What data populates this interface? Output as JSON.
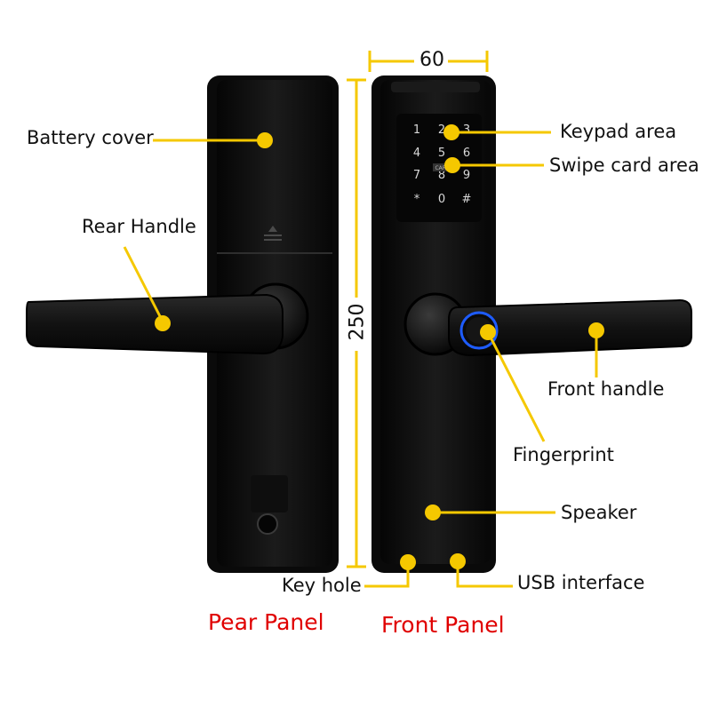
{
  "dimensions": {
    "width": "60",
    "height": "250"
  },
  "labels": {
    "battery_cover": "Battery cover",
    "rear_handle": "Rear Handle",
    "keypad_area": "Keypad area",
    "swipe_card_area": "Swipe card area",
    "front_handle": "Front handle",
    "fingerprint": "Fingerprint",
    "speaker": "Speaker",
    "key_hole": "Key hole",
    "usb_interface": "USB interface"
  },
  "panels": {
    "rear": "Pear Panel",
    "front": "Front Panel"
  },
  "keypad": {
    "keys": [
      "1",
      "2",
      "3",
      "4",
      "5",
      "6",
      "7",
      "8",
      "9",
      "*",
      "0",
      "#"
    ],
    "card_tag": "CARD"
  },
  "colors": {
    "accent": "#f5c800",
    "title": "#e00000",
    "body": "#101010",
    "fingerprint_ring": "#1e5cff"
  }
}
